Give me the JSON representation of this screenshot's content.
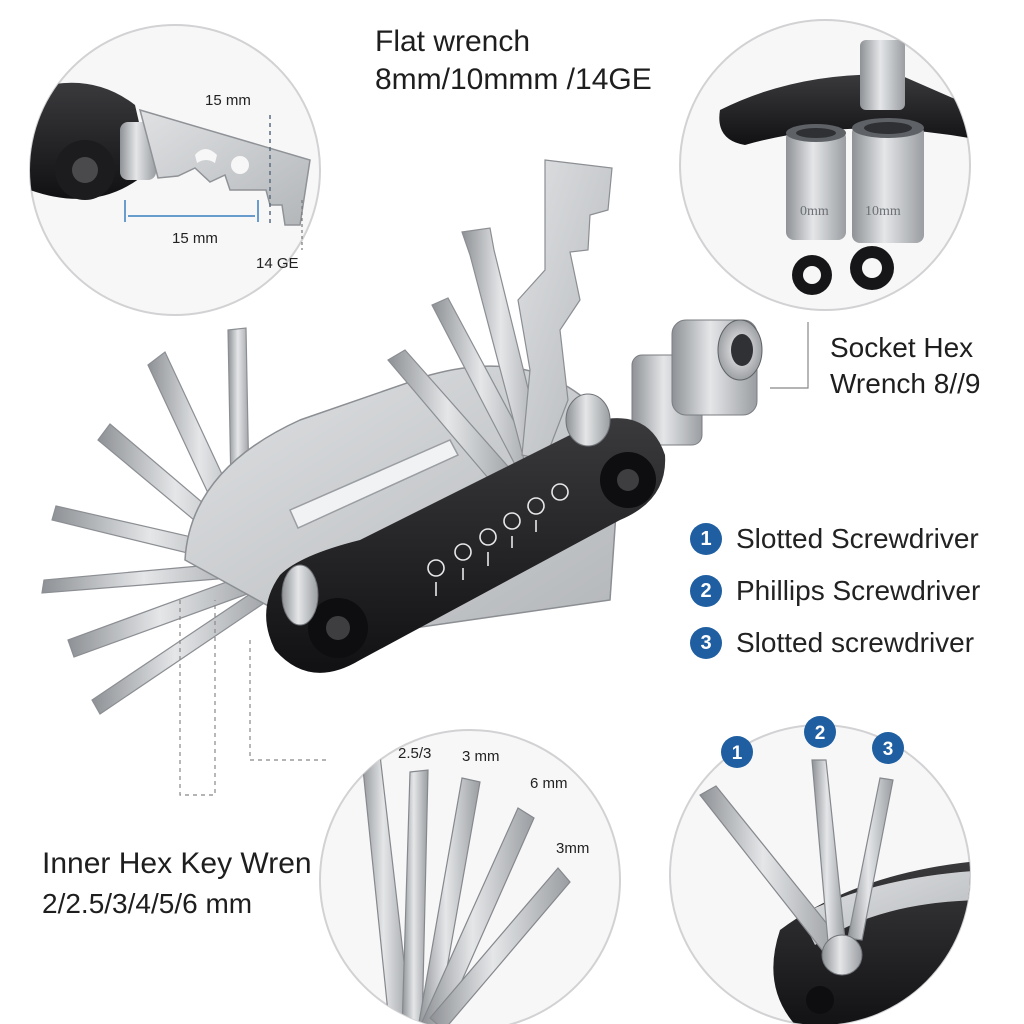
{
  "flat_wrench": {
    "title": "Flat wrench",
    "sizes": "8mm/10mmm /14GE",
    "detail_labels": [
      "15 mm",
      "15 mm",
      "14 GE"
    ]
  },
  "socket_hex": {
    "line1": "Socket Hex",
    "line2": "Wrench 8//9",
    "socket_markings": [
      "0mm",
      "10mm"
    ]
  },
  "features": [
    {
      "number": "1",
      "label": "Slotted Screwdriver"
    },
    {
      "number": "2",
      "label": "Phillips Screwdriver"
    },
    {
      "number": "3",
      "label": "Slotted screwdriver"
    }
  ],
  "hex_key": {
    "line1": "Inner Hex Key Wren",
    "line2": "2/2.5/3/4/5/6 mm",
    "detail_labels": [
      "2.5/3",
      "3 mm",
      "6 mm",
      "3mm"
    ]
  },
  "screwdriver_detail_numbers": [
    "1",
    "2",
    "3"
  ],
  "colors": {
    "accent": "#1f5ea0",
    "body_black": "#1b1b1d",
    "steel": "#c9cbcd"
  }
}
